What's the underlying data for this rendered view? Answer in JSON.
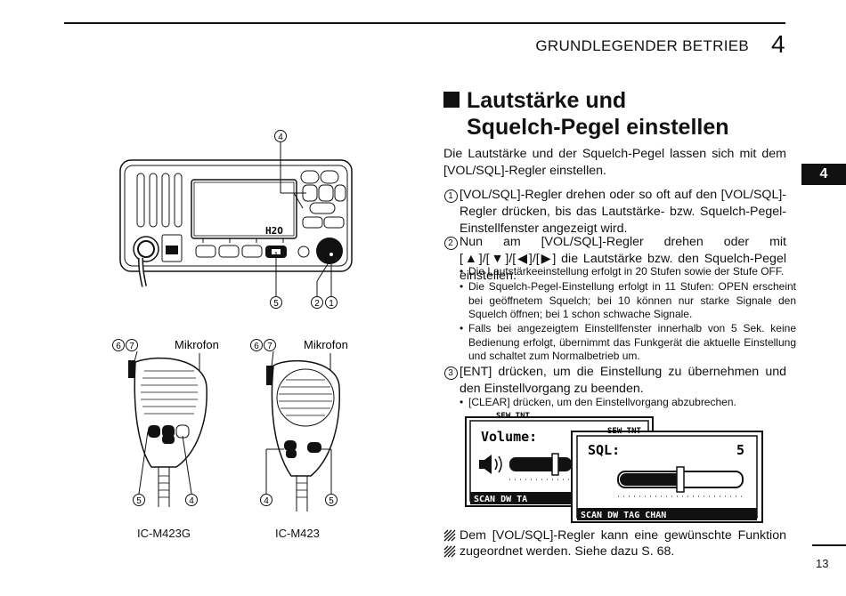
{
  "header": {
    "section": "GRUNDLEGENDER BETRIEB",
    "chapter": "4"
  },
  "side_tab": "4",
  "title": {
    "line1": "Lautstärke und",
    "line2": "Squelch-Pegel einstellen"
  },
  "intro": "Die Lautstärke und der Squelch-Pegel lassen sich mit dem [VOL/SQL]-Regler einstellen.",
  "steps": [
    {
      "num": "1",
      "text": "[VOL/SQL]-Regler drehen oder so oft auf den [VOL/SQL]-Regler drücken, bis das Lautstärke- bzw. Squelch-Pegel-Einstellfenster angezeigt wird."
    },
    {
      "num": "2",
      "text": "Nun am [VOL/SQL]-Regler drehen oder mit [▲]/[▼]/[◀]/[▶] die Lautstärke bzw. den Squelch-Pegel einstellen."
    },
    {
      "num": "3",
      "text": "[ENT] drücken, um die Einstellung zu übernehmen und den Einstellvorgang zu beenden."
    }
  ],
  "bullets_step2": [
    "Die Lautstärkeeinstellung erfolgt in 20 Stufen sowie der Stufe OFF.",
    "Die Squelch-Pegel-Einstellung erfolgt in 11 Stufen: OPEN erscheint bei geöffnetem Squelch; bei 10 können nur starke Signale den Squelch öffnen; bei 1 schon schwache Signale.",
    "Falls bei angezeigtem Einstellfenster innerhalb von 5 Sek. keine Bedienung erfolgt, übernimmt das Funkgerät die aktuelle Einstellung und schaltet zum Normalbetrieb um."
  ],
  "bullets_step3": [
    "[CLEAR] drücken, um den Einstellvorgang abzubrechen."
  ],
  "lcd": {
    "volume_label": "Volume:",
    "sql_label": "SQL:",
    "sql_value": "5",
    "top_row": "SEW  TNT",
    "bottom_left": "SCAN  DW  TA",
    "bottom_right": "SCAN  DW  TAG  CHAN"
  },
  "note": "Dem [VOL/SQL]-Regler kann eine gewünschte Funktion zugeordnet werden. Siehe dazu S. 68.",
  "illustration": {
    "radio_display": "H2O",
    "radio_callouts": [
      "4",
      "5",
      "2",
      "1"
    ],
    "mic_left": {
      "label": "Mikrofon",
      "model": "IC-M423G",
      "callouts_top": "6 7",
      "callouts_bottom": [
        "5",
        "4"
      ]
    },
    "mic_right": {
      "label": "Mikrofon",
      "model": "IC-M423",
      "callouts_top": "6 7",
      "callouts_bottom": [
        "4",
        "5"
      ]
    }
  },
  "page_number": "13"
}
